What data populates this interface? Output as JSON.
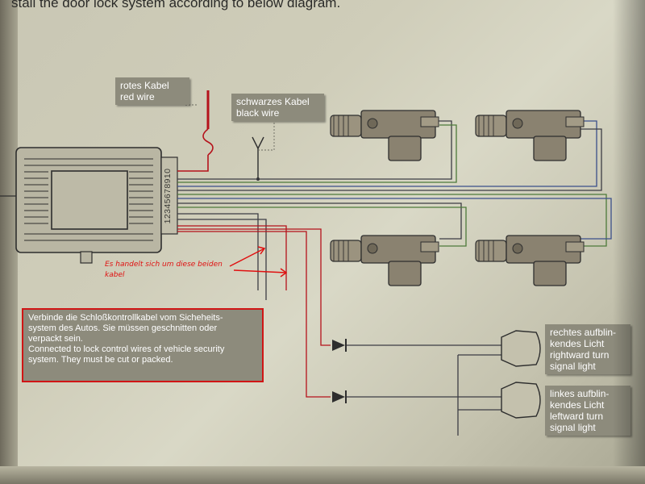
{
  "header": {
    "text": "stall the door lock system according to below diagram."
  },
  "labels": {
    "red_wire": {
      "de": "rotes Kabel",
      "en": "red wire"
    },
    "black_wire": {
      "de": "schwarzes Kabel",
      "en": "black wire"
    },
    "right_light": {
      "de1": "rechtes aufblin-",
      "de2": "kendes Licht",
      "en1": "rightward turn",
      "en2": "signal light"
    },
    "left_light": {
      "de1": "linkes aufblin-",
      "de2": "kendes Licht",
      "en1": "leftward turn",
      "en2": "signal light"
    }
  },
  "control_unit": {
    "pin_numbers": "12345678910"
  },
  "annotation": {
    "line1": "Es handelt sich um diese beiden",
    "line2": "kabel"
  },
  "warning": {
    "de1": "Verbinde die Schloßkontrollkabel vom Sicheheits-",
    "de2": "system des Autos. Sie müssen geschnitten oder",
    "de3": "verpackt sein.",
    "en1": "Connected to lock control wires of vehicle security",
    "en2": "system. They must be cut or packed."
  },
  "colors": {
    "red": "#b5121b",
    "annotation": "#e01010",
    "label_bg": "#8d8b7c",
    "wire_dark": "#3c3c44",
    "wire_green": "#4d7a3a",
    "wire_blue": "#3b4f8a",
    "actuator": "#8a8270"
  },
  "icons": [
    "fuse-icon",
    "ground-symbol-icon",
    "diode-icon",
    "door-actuator-icon",
    "turn-signal-lamp-icon",
    "control-unit-icon"
  ]
}
